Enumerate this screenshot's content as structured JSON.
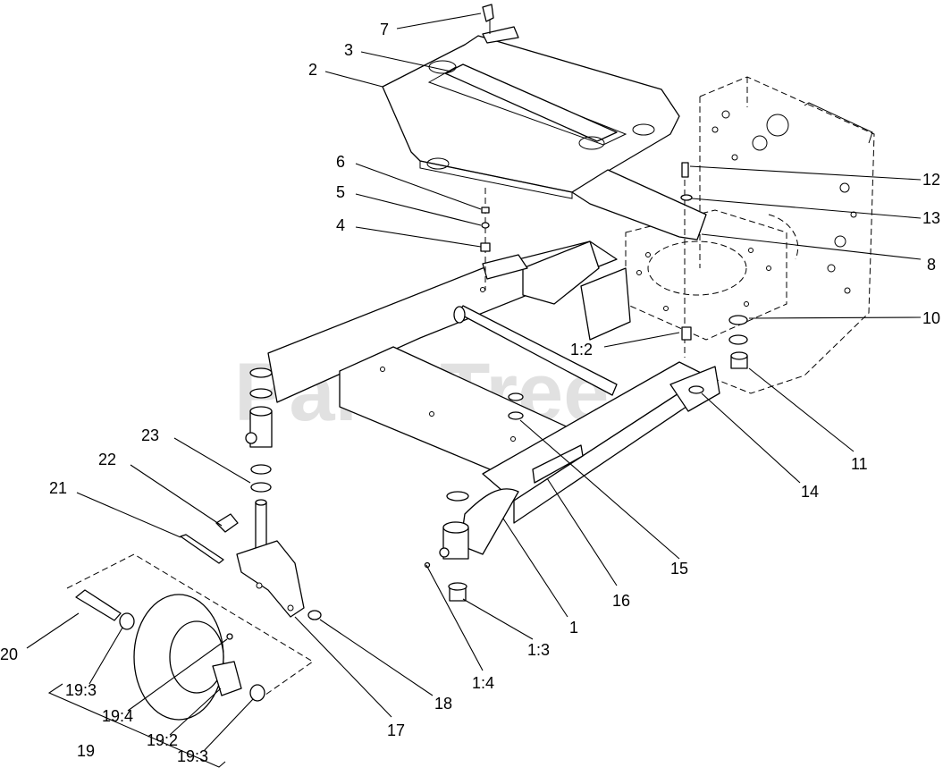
{
  "watermark": "PartsTree",
  "callouts": {
    "c1": "1",
    "c1_2": "1:2",
    "c1_3": "1:3",
    "c1_4": "1:4",
    "c2": "2",
    "c3": "3",
    "c4": "4",
    "c5": "5",
    "c6": "6",
    "c7": "7",
    "c8": "8",
    "c10": "10",
    "c11": "11",
    "c12": "12",
    "c13": "13",
    "c14": "14",
    "c15": "15",
    "c16": "16",
    "c17": "17",
    "c18": "18",
    "c19": "19",
    "c19_2": "19:2",
    "c19_3a": "19:3",
    "c19_3b": "19:3",
    "c19_4": "19:4",
    "c20": "20",
    "c21": "21",
    "c22": "22",
    "c23": "23"
  }
}
